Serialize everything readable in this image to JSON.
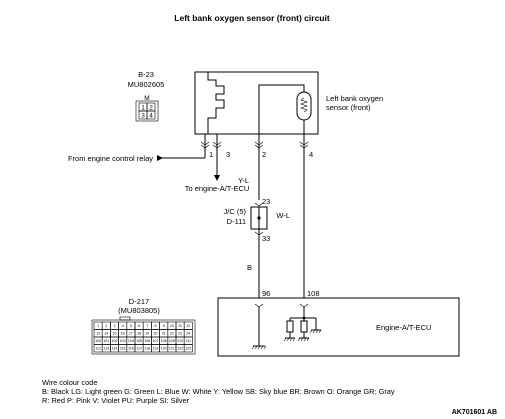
{
  "title": "Left bank oxygen sensor (front) circuit",
  "sensor_connector": {
    "id": "B-23",
    "part": "MU802605",
    "pins": [
      "1",
      "2",
      "3",
      "4"
    ],
    "mark": "M"
  },
  "sensor": {
    "label_line1": "Left bank oxygen",
    "label_line2": "sensor (front)"
  },
  "pins": {
    "p1": "1",
    "p3": "3",
    "p2": "2",
    "p4": "4"
  },
  "relay_label": "From engine control relay",
  "atecu_label": "To engine-A/T-ECU",
  "wires": {
    "y_l": "Y-L",
    "w_l": "W-L",
    "b": "B"
  },
  "jc": {
    "label_line1": "J/C (5)",
    "label_line2": "D-111",
    "pin_top": "23",
    "pin_bottom": "33"
  },
  "ecu": {
    "label": "Engine-A/T-ECU",
    "pin_96": "96",
    "pin_108": "108"
  },
  "ecu_connector": {
    "id": "D-217",
    "part": "(MU803805)",
    "rows": [
      [
        "1",
        "2",
        "3",
        "4",
        "5",
        "6",
        "7",
        "8",
        "9",
        "10",
        "11",
        "12"
      ],
      [
        "13",
        "14",
        "15",
        "16",
        "17",
        "18",
        "19",
        "20",
        "21",
        "22",
        "23",
        "24"
      ],
      [
        "100",
        "101",
        "102",
        "103",
        "104",
        "105",
        "106",
        "107",
        "108",
        "109",
        "110",
        "111"
      ],
      [
        "112",
        "113",
        "114",
        "115",
        "116",
        "117",
        "118",
        "119",
        "120",
        "121",
        "122",
        "123"
      ]
    ]
  },
  "legend": {
    "heading": "Wire colour code",
    "line1": "B: Black  LG: Light green  G: Green  L: Blue  W: White  Y: Yellow  SB: Sky blue  BR: Brown  O: Orange  GR: Gray",
    "line2": "R: Red  P: Pink  V: Violet  PU: Purple  SI: Silver"
  },
  "reference": "AK701601 AB"
}
